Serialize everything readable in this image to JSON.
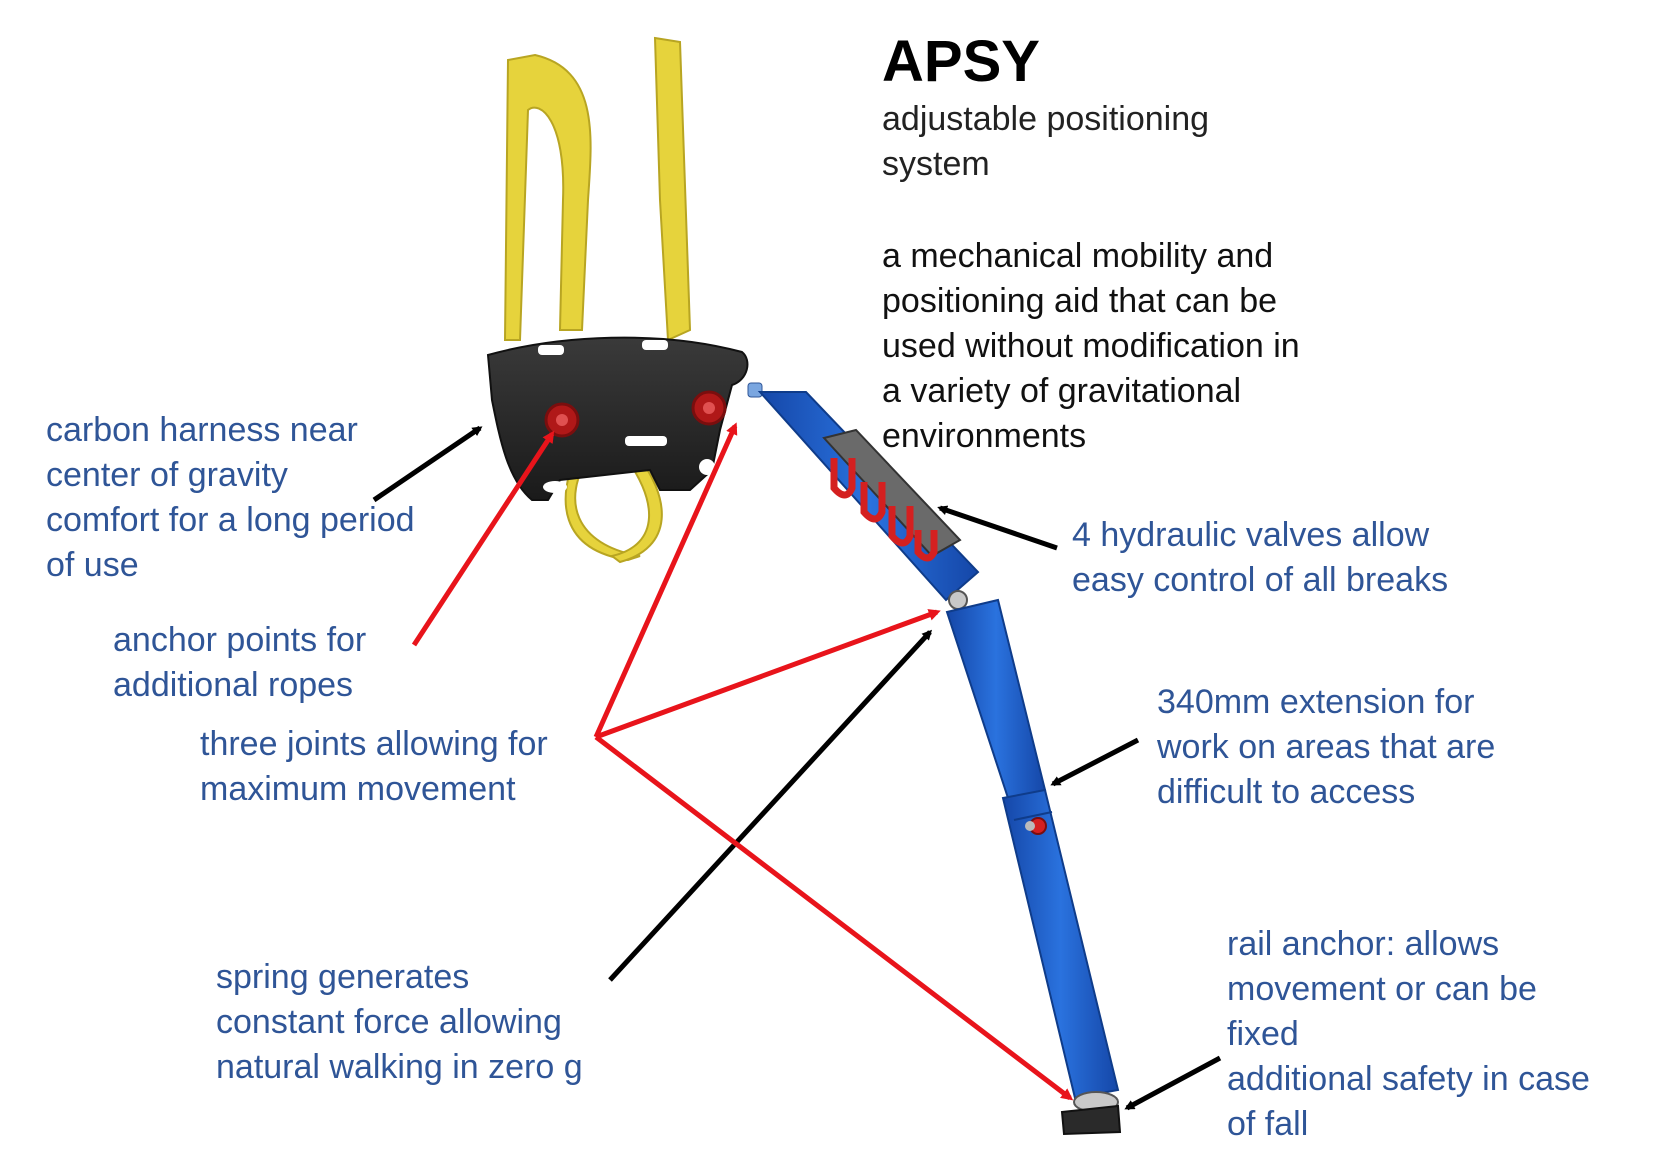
{
  "title": "APSY",
  "subtitle": "adjustable positioning\nsystem",
  "description": "a mechanical mobility and\npositioning aid that can be\nused without modification in\na variety of gravitational\nenvironments",
  "labels": {
    "harness": "carbon harness near\ncenter of gravity\ncomfort for a long period\nof use",
    "anchor_points": "anchor points for\nadditional ropes",
    "joints": "three joints allowing for\nmaximum movement",
    "spring": "spring generates\nconstant force allowing\nnatural walking in zero g",
    "valves": "4 hydraulic valves allow\neasy control of all breaks",
    "extension": "340mm extension for\nwork on areas that are\ndifficult to access",
    "rail_anchor": "rail anchor: allows\nmovement or can be\nfixed\nadditional safety in case\nof fall"
  },
  "colors": {
    "label_text": "#2F5597",
    "body_text": "#111111",
    "arrow_black": "#000000",
    "arrow_red": "#E8141B",
    "strap_yellow": "#E6D33C",
    "harness_dark": "#2B2B2B",
    "arm_blue": "#1E5FC8",
    "valve_red": "#D42020"
  }
}
